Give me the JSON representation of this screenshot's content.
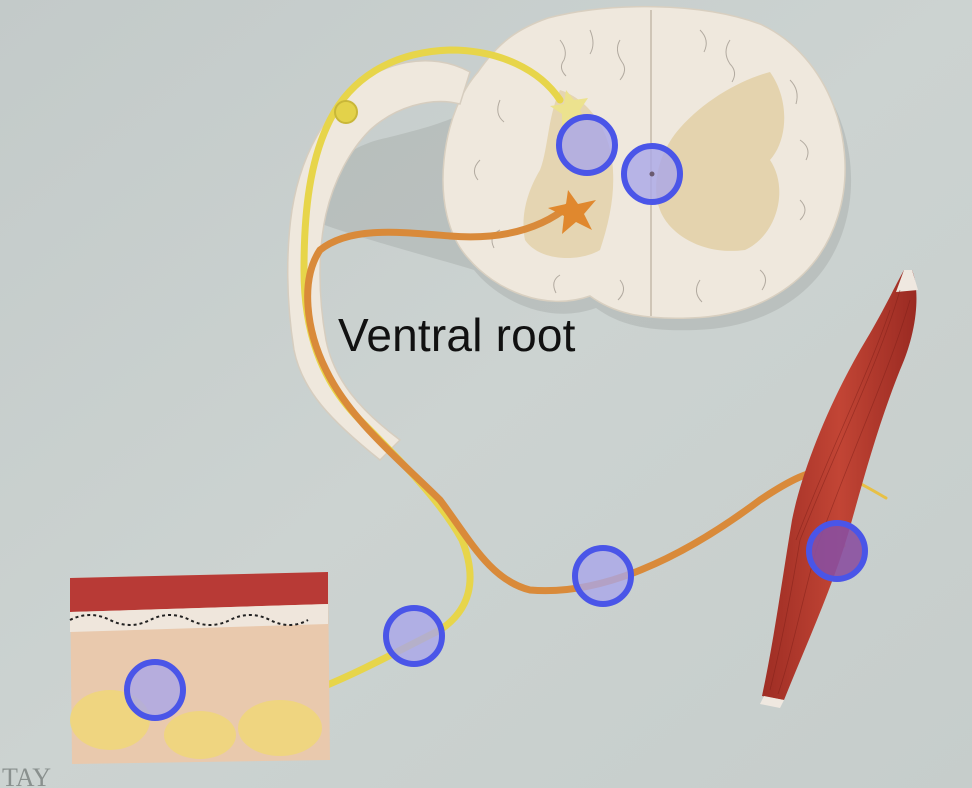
{
  "label": {
    "text": "Ventral root"
  },
  "corner_mark": {
    "text": "TAY"
  },
  "markers": [
    {
      "name": "marker-dorsal-horn-neuron"
    },
    {
      "name": "marker-central-canal"
    },
    {
      "name": "marker-skin-receptor"
    },
    {
      "name": "marker-sensory-nerve"
    },
    {
      "name": "marker-motor-nerve"
    },
    {
      "name": "marker-muscle-endplate"
    }
  ],
  "colors": {
    "background": "#c9d0ce",
    "spinal_cord": "#efe8dd",
    "gray_matter": "#e4d3ae",
    "sensory_nerve": "#e7d54a",
    "motor_nerve": "#d98a3a",
    "muscle": "#b4382c",
    "marker_ring": "#4a55e8",
    "marker_fill": "#a9a6e8"
  }
}
